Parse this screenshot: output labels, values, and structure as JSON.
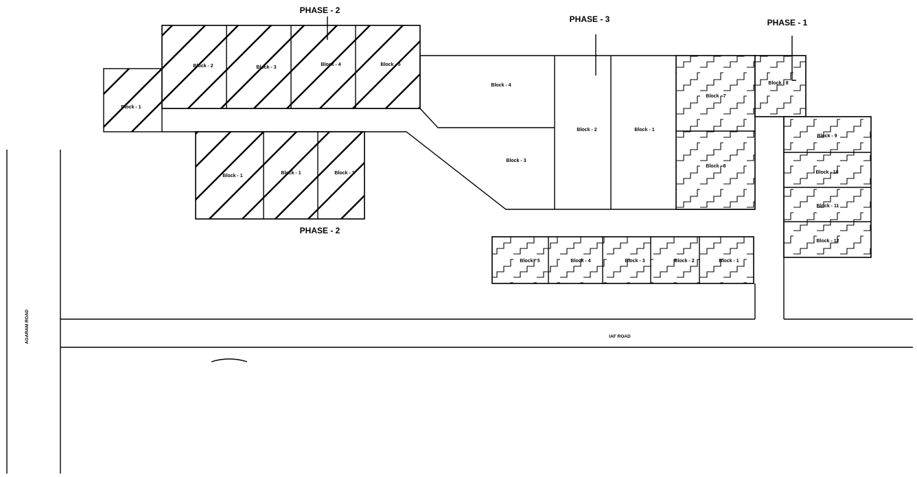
{
  "phase_labels": {
    "phase2_top": "PHASE - 2",
    "phase2_bottom": "PHASE - 2",
    "phase3": "PHASE - 3",
    "phase1": "PHASE - 1"
  },
  "roads": {
    "iaf": "IAF ROAD",
    "agaram": "AGARAM ROAD"
  },
  "phase2_upper_blocks": [
    "Block - 1",
    "Block - 2",
    "Block - 3",
    "Block - 4",
    "Block - 5"
  ],
  "phase2_lower_blocks": [
    "Block - 1",
    "Block - 1",
    "Block - 1"
  ],
  "phase3_blocks": [
    "Block - 4",
    "Block - 3",
    "Block - 2",
    "Block - 1"
  ],
  "phase1_column_blocks": [
    "Block - 7",
    "Block - 6"
  ],
  "phase1_corner_block": "Block - 8",
  "phase1_right_blocks": [
    "Block - 9",
    "Block - 10",
    "Block - 11",
    "Block - 12"
  ],
  "phase1_row_blocks": [
    "Block - 5",
    "Block - 4",
    "Block - 3",
    "Block - 2",
    "Block - 1"
  ]
}
